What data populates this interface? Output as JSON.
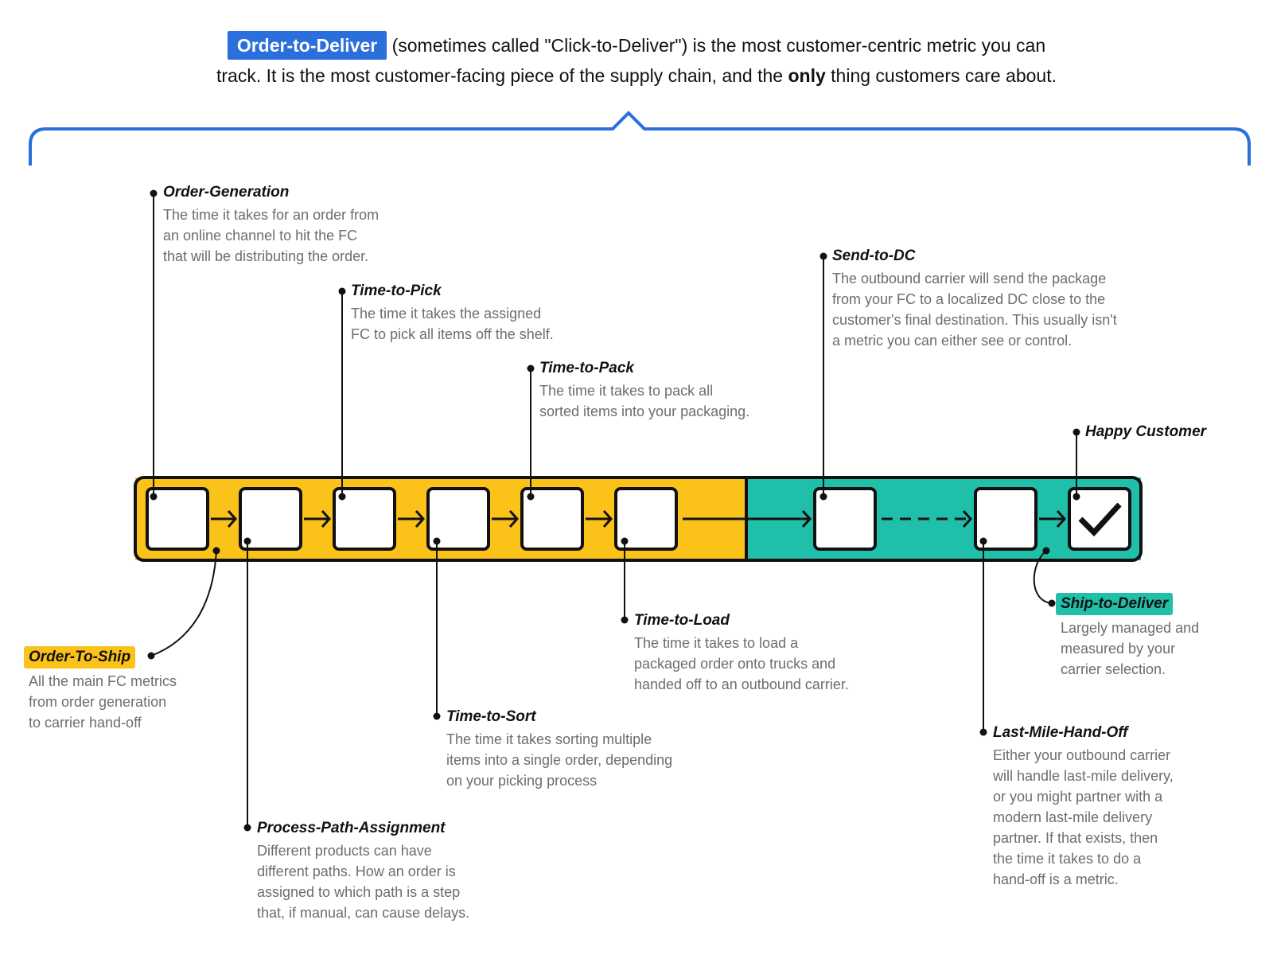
{
  "intro": {
    "tag": "Order-to-Deliver",
    "part1": " (sometimes called \"Click-to-Deliver\") is the most customer-centric metric you can",
    "part2": "track. It is the most customer-facing piece of the supply chain, and the ",
    "bold": "only",
    "part3": " thing customers care about."
  },
  "colors": {
    "accent_blue": "#2a6fdb",
    "ship_yellow": "#fbc21a",
    "deliver_teal": "#1fbfa9",
    "text_gray": "#6d6d6d"
  },
  "icons": {
    "final_step": "check-icon"
  },
  "labels": {
    "order_generation": {
      "title": "Order-Generation",
      "lines": [
        "The time it takes for an order from",
        "an online channel to hit the FC",
        "that will be distributing the order."
      ]
    },
    "time_to_pick": {
      "title": "Time-to-Pick",
      "lines": [
        "The time it takes the assigned",
        "FC to pick all items off the shelf."
      ]
    },
    "time_to_pack": {
      "title": "Time-to-Pack",
      "lines": [
        "The time it takes to pack all",
        "sorted items into your packaging."
      ]
    },
    "send_to_dc": {
      "title": "Send-to-DC",
      "lines": [
        "The outbound carrier will send the package",
        "from your FC to a localized DC close to the",
        "customer's final destination. This usually isn't",
        "a metric you can either see or control."
      ]
    },
    "happy_customer": {
      "title": "Happy Customer"
    },
    "order_to_ship": {
      "title": "Order-To-Ship",
      "lines": [
        "All the main FC metrics",
        "from order generation",
        "to carrier hand-off"
      ]
    },
    "time_to_load": {
      "title": "Time-to-Load",
      "lines": [
        "The time it takes to load a",
        "packaged order onto trucks and",
        "handed off to an outbound carrier."
      ]
    },
    "ship_to_deliver": {
      "title": "Ship-to-Deliver",
      "lines": [
        "Largely managed and",
        "measured by your",
        "carrier selection."
      ]
    },
    "time_to_sort": {
      "title": "Time-to-Sort",
      "lines": [
        "The time it takes sorting multiple",
        "items into a single order, depending",
        "on your picking process"
      ]
    },
    "last_mile": {
      "title": "Last-Mile-Hand-Off",
      "lines": [
        "Either your outbound carrier",
        "will handle last-mile delivery,",
        "or you might partner with a",
        "modern last-mile delivery",
        "partner. If that exists, then",
        "the time it takes to do a",
        "hand-off is a metric."
      ]
    },
    "process_path": {
      "title": "Process-Path-Assignment",
      "lines": [
        "Different products can have",
        "different paths. How an order is",
        "assigned to which path is a step",
        "that, if manual, can cause delays."
      ]
    }
  }
}
